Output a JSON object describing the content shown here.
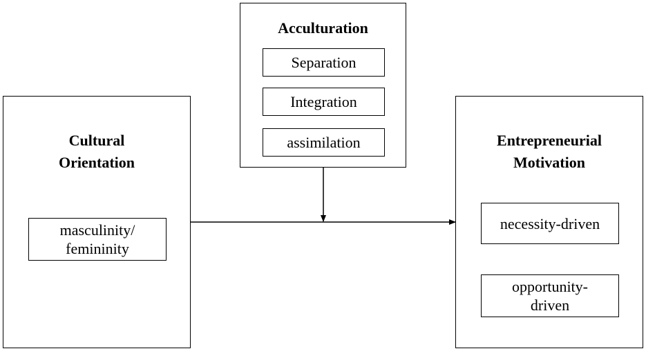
{
  "cultural_orientation": {
    "title_line1": "Cultural",
    "title_line2": "Orientation",
    "items": [
      "masculinity/ femininity"
    ]
  },
  "acculturation": {
    "title": "Acculturation",
    "items": [
      "Separation",
      "Integration",
      "assimilation"
    ]
  },
  "entrepreneurial_motivation": {
    "title_line1": "Entrepreneurial",
    "title_line2": "Motivation",
    "items": [
      "necessity-driven",
      "opportunity- driven"
    ]
  }
}
